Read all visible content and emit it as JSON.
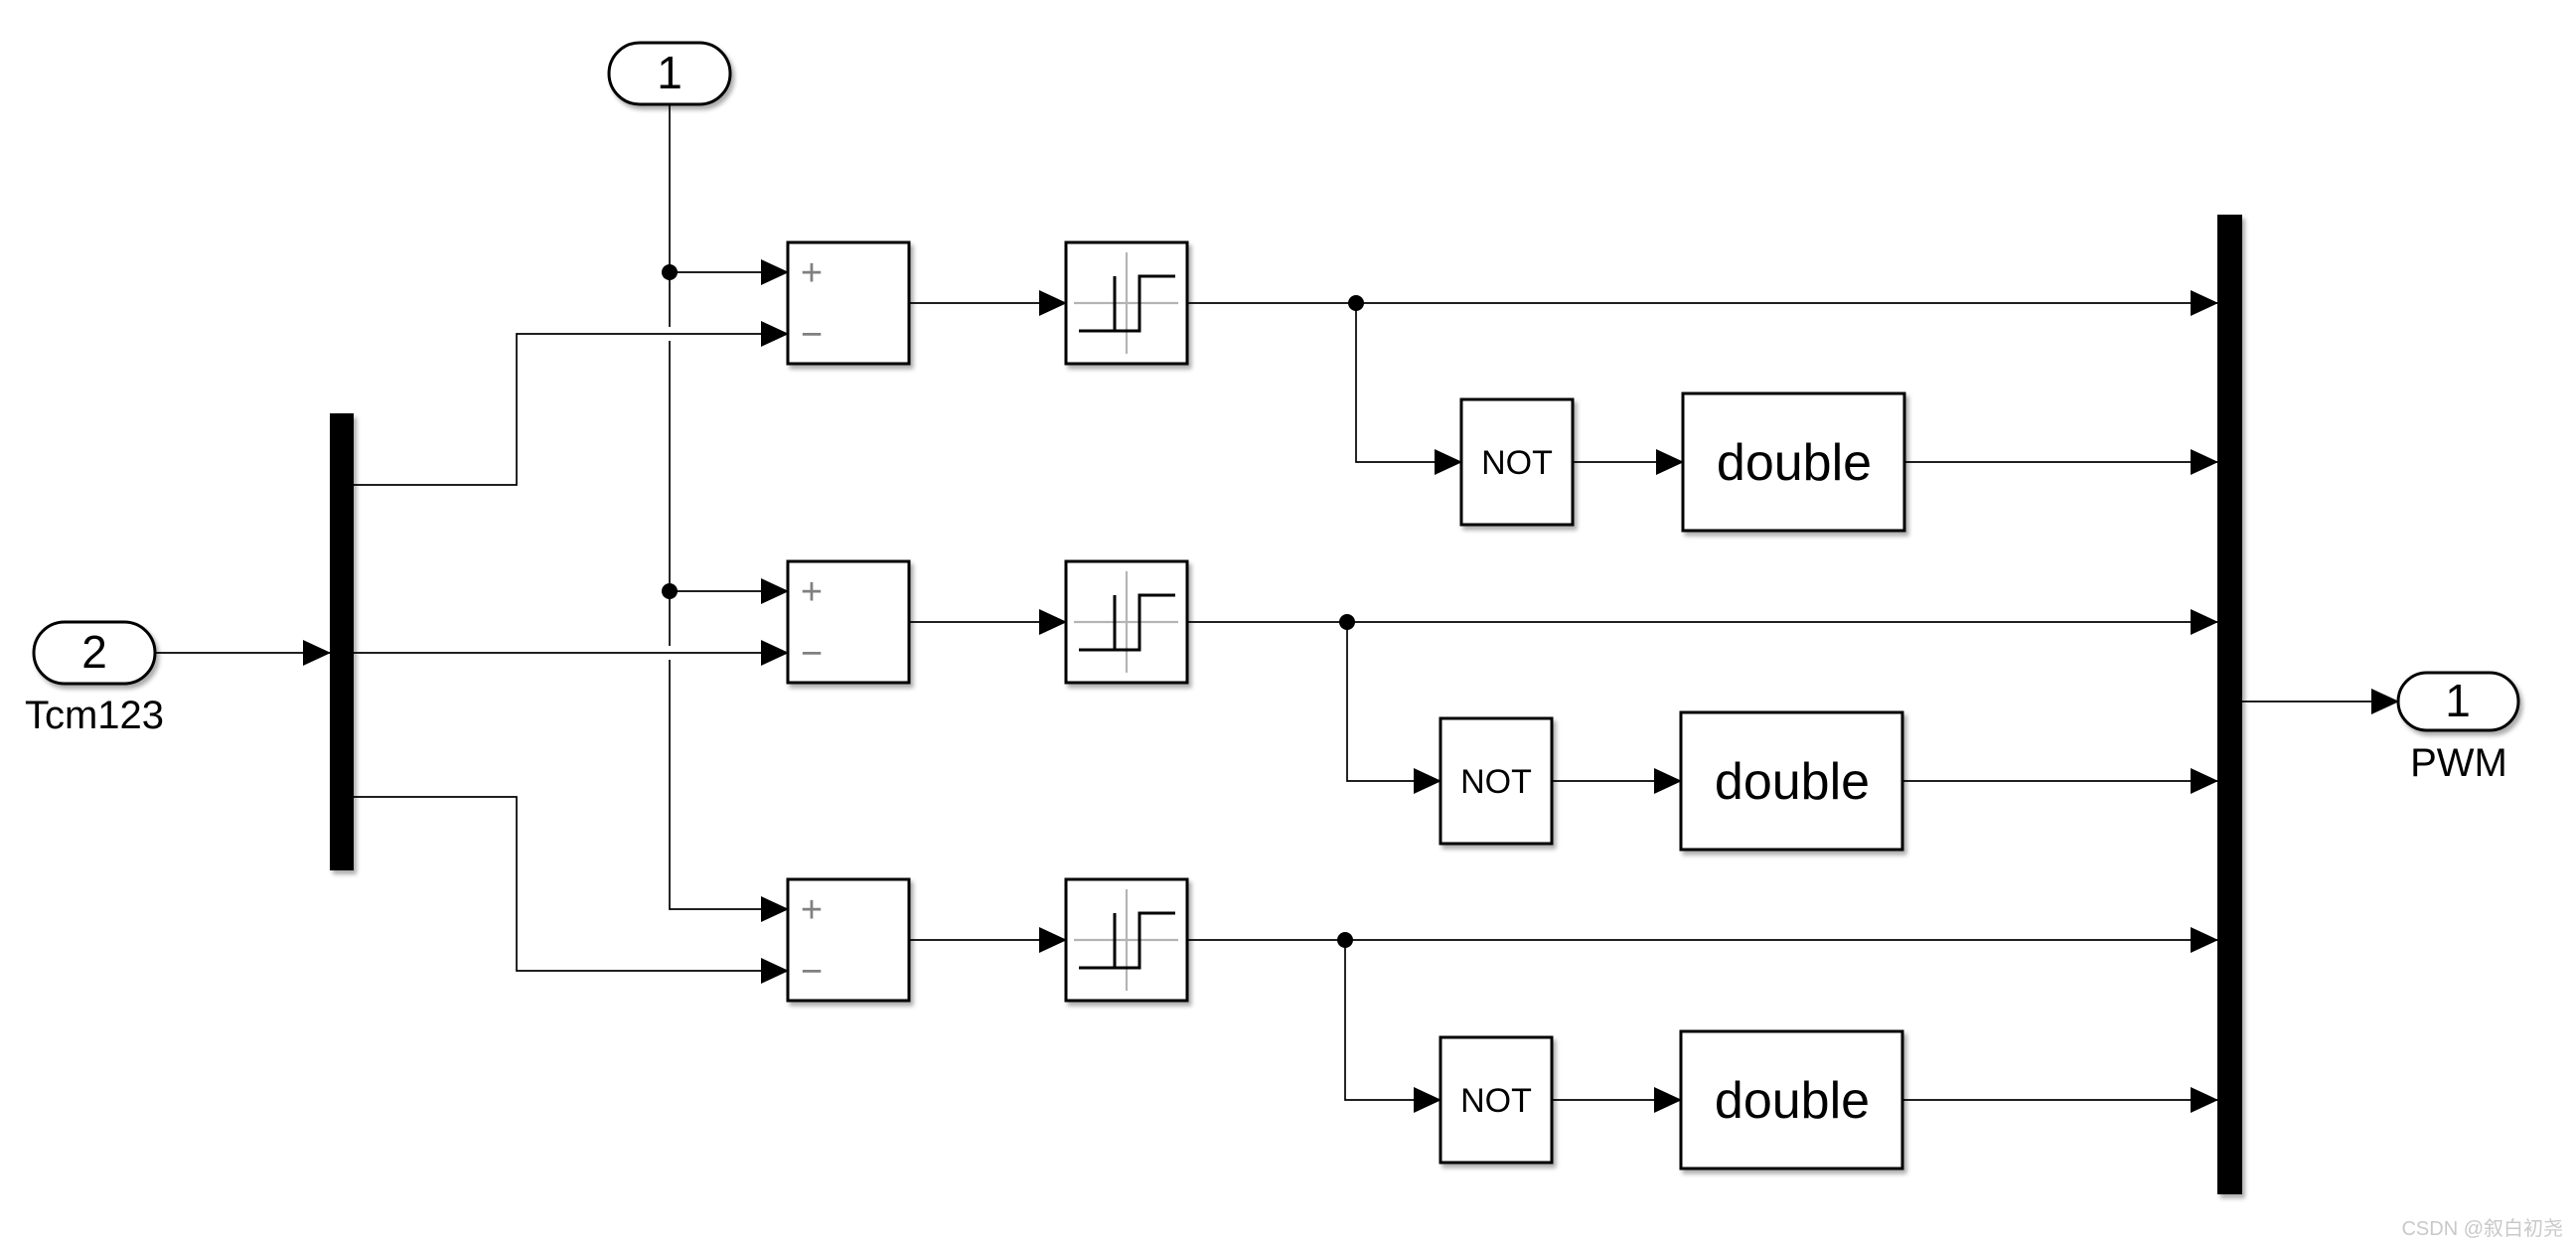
{
  "ports": {
    "in_top": {
      "number": "1"
    },
    "in_left": {
      "number": "2",
      "label": "Tcm123"
    },
    "out": {
      "number": "1",
      "label": "PWM"
    }
  },
  "rows": [
    {
      "sum_plus": "+",
      "sum_minus": "−",
      "not_label": "NOT",
      "double_label": "double"
    },
    {
      "sum_plus": "+",
      "sum_minus": "−",
      "not_label": "NOT",
      "double_label": "double"
    },
    {
      "sum_plus": "+",
      "sum_minus": "−",
      "not_label": "NOT",
      "double_label": "double"
    }
  ],
  "watermark": "CSDN @叙白初尧",
  "colors": {
    "wire": "#000000",
    "sum_sign": "#808080",
    "relay_axis": "#b4b4b4",
    "watermark": "#c9c9c9",
    "background": "#ffffff"
  }
}
